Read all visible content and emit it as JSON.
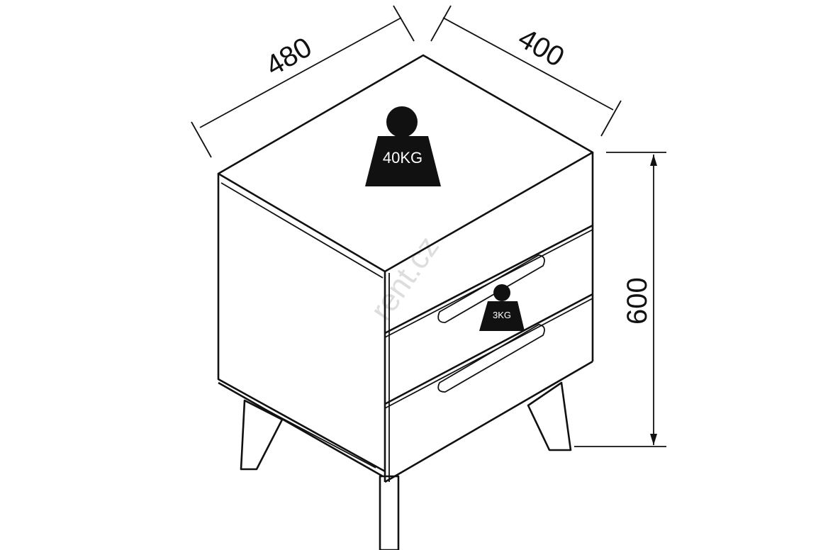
{
  "dimensions": {
    "width": "480",
    "depth": "400",
    "height": "600"
  },
  "load_top": "40KG",
  "load_drawer": "3KG",
  "watermark": "rent.cz",
  "colors": {
    "line": "#111111",
    "watermark": "#dddddd"
  }
}
